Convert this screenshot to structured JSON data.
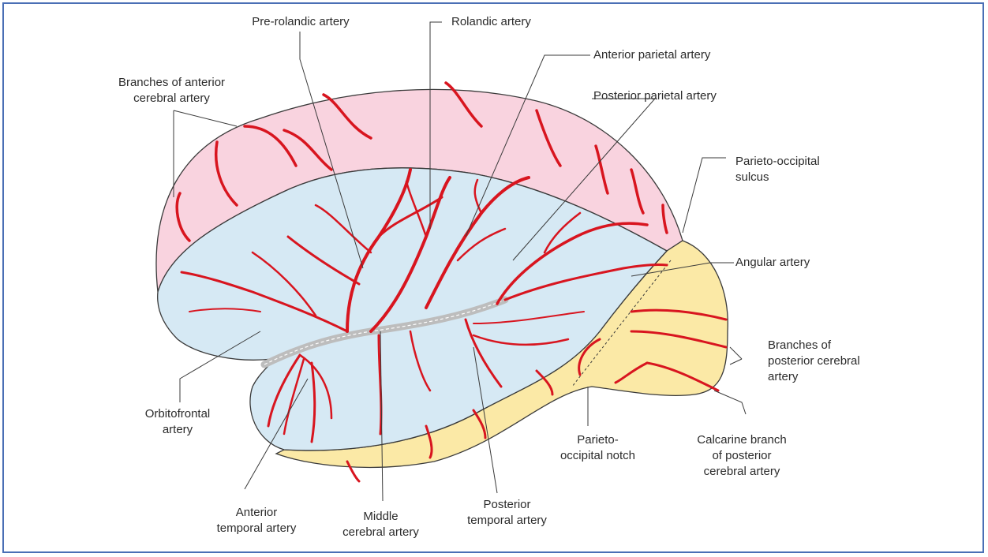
{
  "labels": {
    "pre_rolandic": "Pre-rolandic artery",
    "rolandic": "Rolandic artery",
    "anterior_parietal": "Anterior parietal artery",
    "posterior_parietal": "Posterior parietal artery",
    "branches_aca_1": "Branches of anterior",
    "branches_aca_2": "cerebral artery",
    "parieto_occipital_sulcus_1": "Parieto-occipital",
    "parieto_occipital_sulcus_2": "sulcus",
    "angular": "Angular artery",
    "branches_pca_1": "Branches of",
    "branches_pca_2": "posterior cerebral",
    "branches_pca_3": "artery",
    "orbitofrontal_1": "Orbitofrontal",
    "orbitofrontal_2": "artery",
    "parieto_occipital_notch_1": "Parieto-",
    "parieto_occipital_notch_2": "occipital notch",
    "calcarine_1": "Calcarine branch",
    "calcarine_2": "of posterior",
    "calcarine_3": "cerebral artery",
    "anterior_temporal_1": "Anterior",
    "anterior_temporal_2": "temporal artery",
    "middle_cerebral_1": "Middle",
    "middle_cerebral_2": "cerebral artery",
    "posterior_temporal_1": "Posterior",
    "posterior_temporal_2": "temporal artery"
  },
  "colors": {
    "frame_border": "#4a6fb5",
    "aca_territory": "#f9d3df",
    "mca_territory": "#d6e9f4",
    "pca_territory": "#fbe9a6",
    "artery": "#d8151f",
    "outline": "#3a3a3a"
  }
}
